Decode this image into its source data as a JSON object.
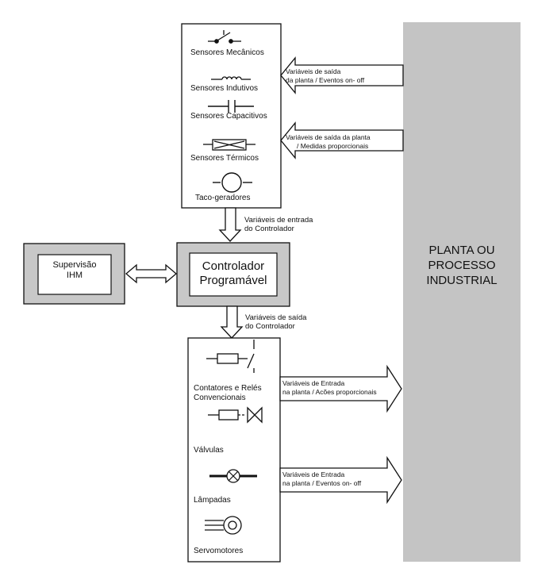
{
  "plant": {
    "lines": [
      "PLANTA OU",
      "PROCESSO",
      "INDUSTRIAL"
    ]
  },
  "sensors": {
    "items": [
      "Sensores Mecânicos",
      "Sensores Indutivos",
      "Sensores Capacitivos",
      "Sensores Térmicos",
      "Taco-geradores"
    ]
  },
  "inputs_from_plant": {
    "events_label": [
      "Variáveis  de saída",
      "da planta  / Eventos on- off"
    ],
    "proportional_label": [
      "Variáveis de saída  da planta",
      "/ Medidas proporcionais"
    ]
  },
  "controller_input_label": [
    "Variáveis de entrada",
    "do Controlador"
  ],
  "controller": {
    "lines": [
      "Controlador",
      "Programável"
    ]
  },
  "supervision": {
    "lines": [
      "Supervisão",
      "IHM"
    ]
  },
  "controller_output_label": [
    "Variáveis de saída",
    "do Controlador"
  ],
  "actuators": {
    "items": [
      "Contatores e Relés",
      "Convencionais",
      "Válvulas",
      "Lâmpadas",
      "Servomotores"
    ]
  },
  "outputs_to_plant": {
    "proportional_label": [
      "Variáveis de Entrada",
      "na planta / Acões proporcionais"
    ],
    "events_label": [
      "Variáveis de Entrada",
      "na planta / Eventos on- off"
    ]
  },
  "colors": {
    "plant_fill": "#c4c4c4",
    "box_fill": "#c8c8c8",
    "line": "#111111"
  }
}
